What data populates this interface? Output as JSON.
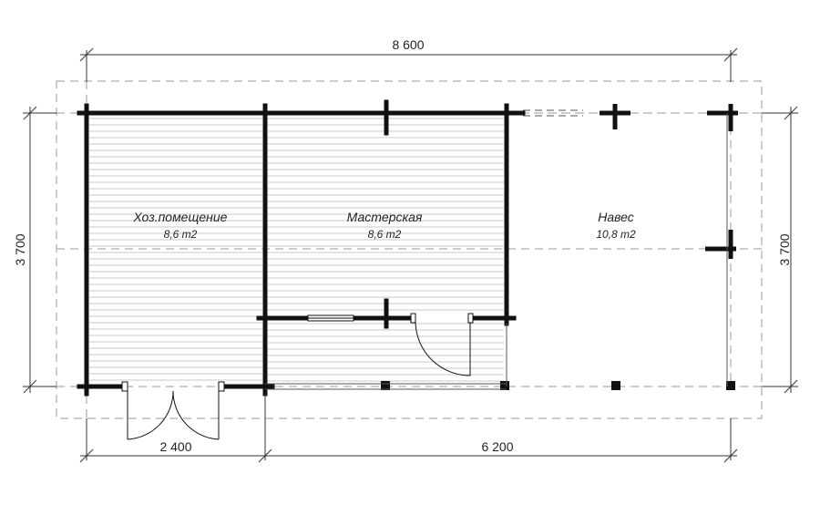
{
  "dimensions": {
    "total_width": "8 600",
    "left_height": "3 700",
    "right_height": "3 700",
    "bottom_left": "2 400",
    "bottom_right": "6 200"
  },
  "rooms": [
    {
      "name": "Хоз.помещение",
      "area": "8,6 m2"
    },
    {
      "name": "Мастерская",
      "area": "8,6 m2"
    },
    {
      "name": "Навес",
      "area": "10,8 m2"
    }
  ]
}
